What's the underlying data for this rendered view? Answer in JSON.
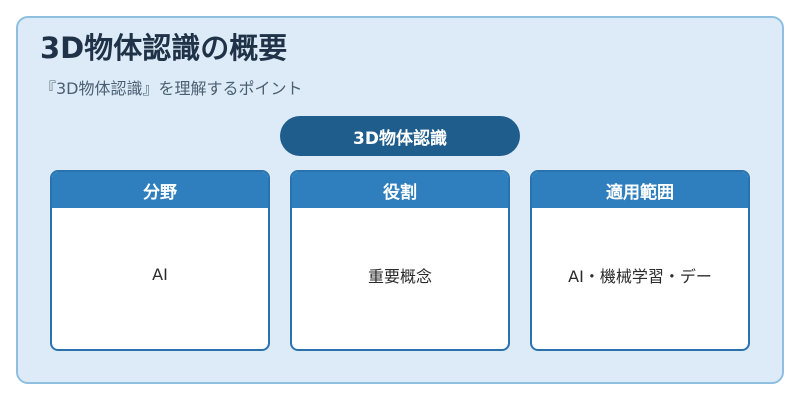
{
  "header": {
    "title": "3D物体認識の概要",
    "subtitle": "『3D物体認識』を理解するポイント"
  },
  "center": {
    "label": "3D物体認識"
  },
  "cards": [
    {
      "title": "分野",
      "body": "AI"
    },
    {
      "title": "役割",
      "body": "重要概念"
    },
    {
      "title": "適用範囲",
      "body": "AI・機械学習・デー"
    }
  ],
  "colors": {
    "panel_background": "#dcebf7",
    "panel_border": "#8fbfe0",
    "pill": "#1f5d8c",
    "card_header": "#2f7fbf",
    "card_border": "#2a72ae",
    "title_text": "#1f3247"
  }
}
